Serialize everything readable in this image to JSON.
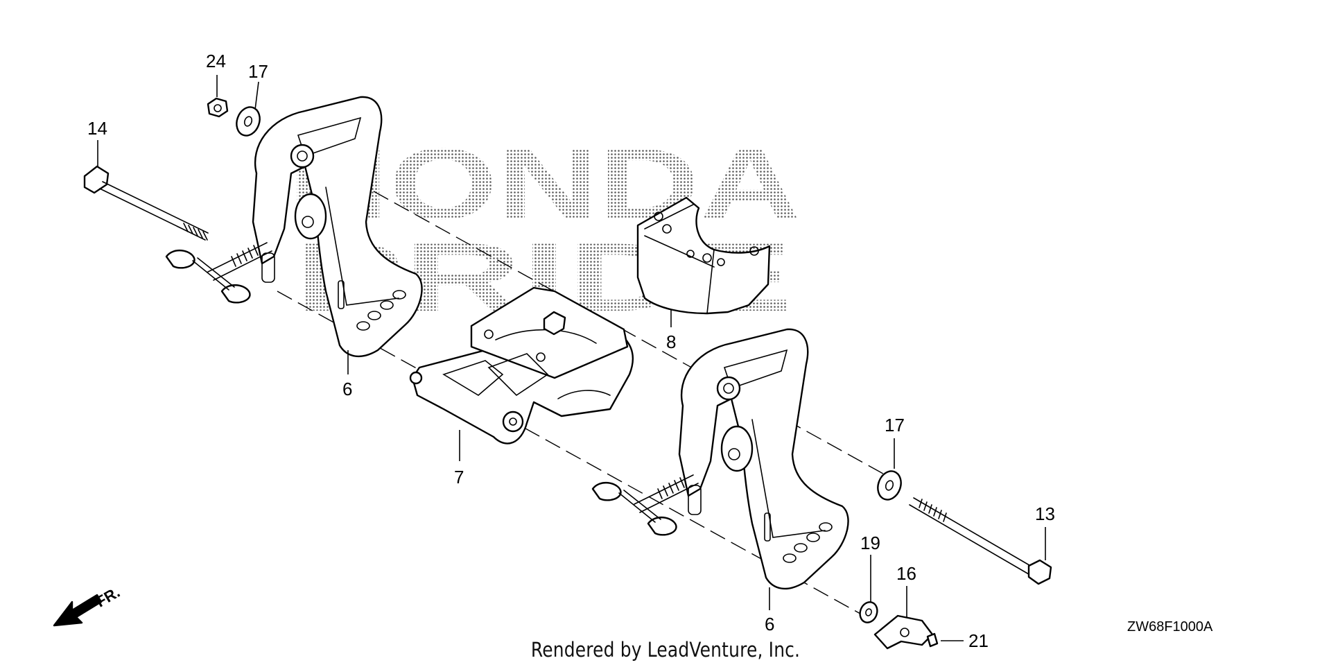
{
  "diagram": {
    "watermark_line1": "HONDA",
    "watermark_line2": "PRIDE",
    "callouts": {
      "c24": "24",
      "c17a": "17",
      "c14": "14",
      "c8": "8",
      "c6a": "6",
      "c7": "7",
      "c17b": "17",
      "c13": "13",
      "c19": "19",
      "c16": "16",
      "c6b": "6",
      "c21": "21"
    },
    "direction_label": "FR.",
    "diagram_code": "ZW68F1000A",
    "credit": "Rendered by LeadVenture, Inc."
  }
}
